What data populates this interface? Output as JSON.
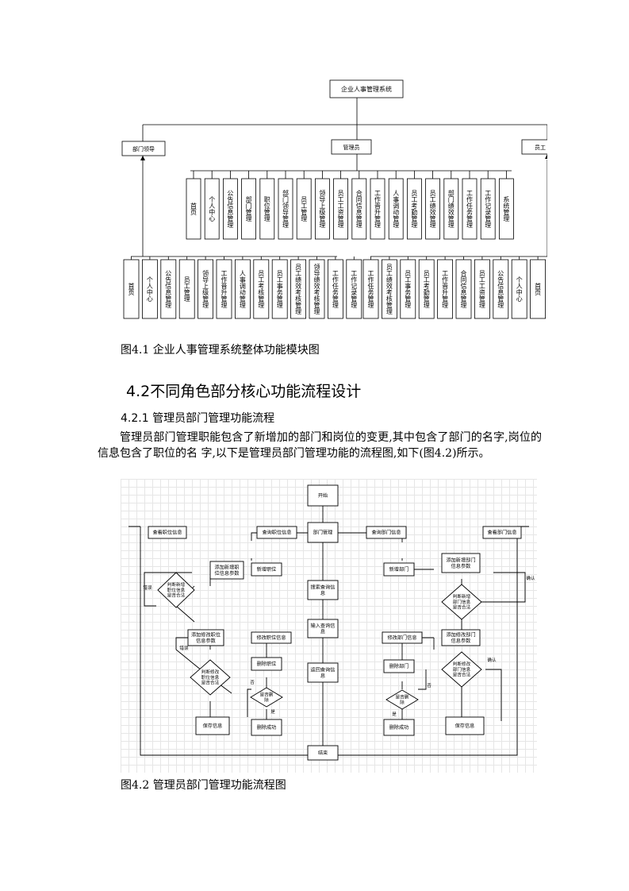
{
  "fig1": {
    "root": "企业人事管理系统",
    "roles": [
      "部门领导",
      "管理员",
      "员工"
    ],
    "admin_modules": [
      "首页",
      "个人中心",
      "公告信息管理",
      "部门管理",
      "职位管理",
      "部门领导管理",
      "员工管理",
      "领导上级管理",
      "员工工资管理",
      "合同信息管理",
      "工作晋升管理",
      "人事调动管理",
      "员工考勤管理",
      "员工绩效管理",
      "部门绩效管理",
      "工作任务管理",
      "工作记录管理",
      "系统管理"
    ],
    "leader_modules": [
      "首页",
      "个人中心",
      "公告信息管理",
      "员工管理",
      "领导上级管理",
      "工作晋升管理",
      "人事调动管理",
      "员工考核管理",
      "员工事务管理",
      "员工绩效考核管理",
      "领导绩效考核管理",
      "工作任务管理",
      "工作记录管理"
    ],
    "staff_modules": [
      "工作任务管理",
      "员工绩效考核管理",
      "员工事务管理",
      "员工考勤管理",
      "工作晋升管理",
      "合同信息管理",
      "员工工资管理",
      "公告信息管理",
      "个人中心",
      "首页"
    ]
  },
  "fig1_caption": "图4.1 企业人事管理系统整体功能模块图",
  "section_title": "4.2不同角色部分核心功能流程设计",
  "subsection_title": "4.2.1 管理员部门管理功能流程",
  "paragraph": "管理员部门管理职能包含了新增加的部门和岗位的变更,其中包含了部门的名字,岗位的信息包含了职位的名 字,以下是管理员部门管理功能的流程图,如下(图4.2)所示。",
  "fig2": {
    "start": "开始",
    "end": "结束",
    "center": [
      "部门管理",
      "搜索查询信息",
      "输入查询信息",
      "返回查询信息"
    ],
    "left": {
      "query_title": "查询职位信息",
      "view_title": "查看职位信息",
      "add": "新增职位",
      "add_fill": "添加新增职位信息参数",
      "judge1": "判断新增职位信息是否合法",
      "modify": "修改职位信息",
      "modify_fill": "添加修改职位信息参数",
      "judge2": "判断修改职位信息是否合法",
      "delete": "删除职位",
      "confirm": "是否删除",
      "save": "保存信息",
      "deleted": "删除成功"
    },
    "right": {
      "query_title": "查询部门信息",
      "view_title": "查看部门信息",
      "add": "新增部门",
      "add_fill": "添加新增部门信息参数",
      "judge1": "判断新增部门信息是否合法",
      "modify": "修改部门信息",
      "modify_fill": "添加修改部门信息参数",
      "judge2": "判断修改部门信息是否合法",
      "delete": "删除部门",
      "confirm": "是否删除",
      "save": "保存信息",
      "deleted": "删除成功"
    },
    "labels": {
      "error": "错误",
      "yes": "是",
      "no": "否",
      "confirm": "确认"
    }
  },
  "fig2_caption": "图4.2 管理员部门管理功能流程图"
}
